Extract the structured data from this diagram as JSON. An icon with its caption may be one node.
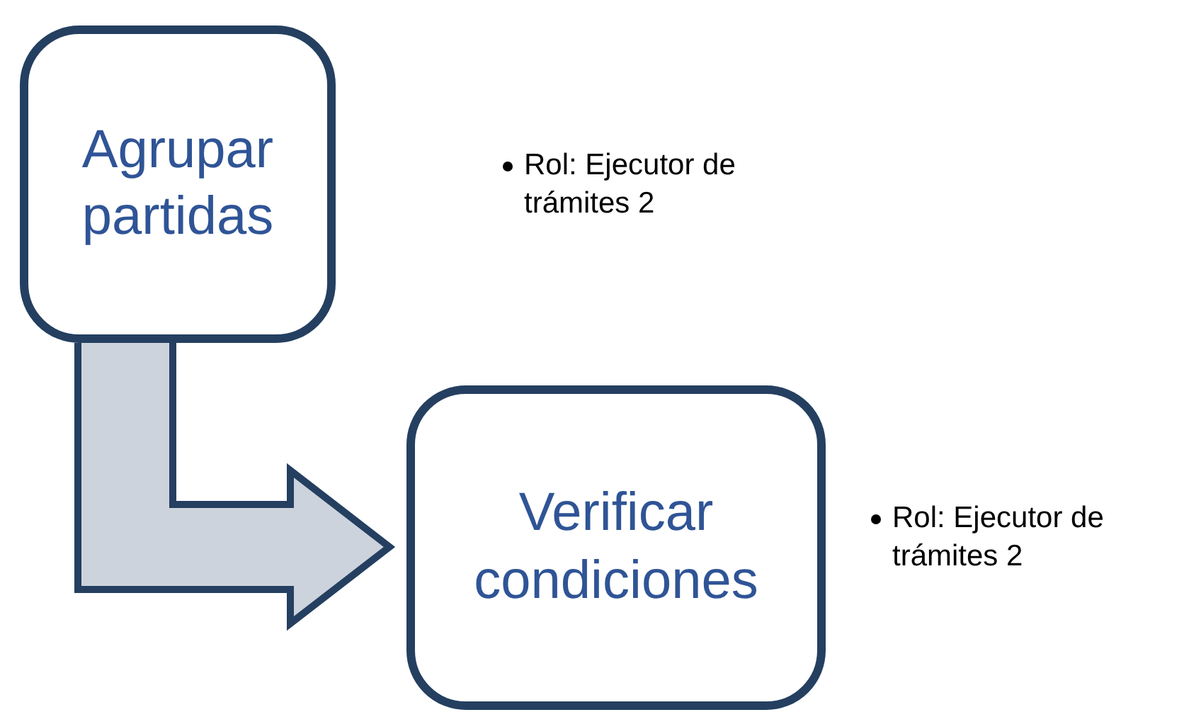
{
  "diagram": {
    "nodes": [
      {
        "text": [
          "Agrupar partidas"
        ]
      },
      {
        "text": [
          "Verificar condiciones"
        ],
        "beside": [
          "Rol: Ejecutor de trámites 2"
        ]
      }
    ],
    "edges": [
      {
        "from": 0,
        "to": 1,
        "arrow": "to",
        "style": "thick"
      }
    ],
    "labels": [
      "Rol: Ejecutor de trámites 2"
    ]
  }
}
